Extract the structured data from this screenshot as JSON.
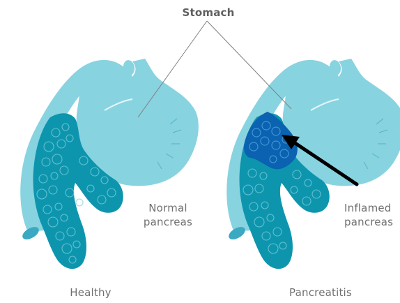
{
  "title": "Stomach",
  "left_panel": {
    "label": "Normal pancreas",
    "label_lines": [
      "Normal",
      "pancreas"
    ],
    "caption": "Healthy"
  },
  "right_panel": {
    "label": "Inflamed pancreas",
    "label_lines": [
      "Inflamed",
      "pancreas"
    ],
    "caption": "Pancreatitis"
  },
  "colors": {
    "stomach": "#88d3e0",
    "stomach_outline": "#5cb8cc",
    "pancreas": "#0e95ae",
    "pancreas_texture": "#7fcfdc",
    "inflamed": "#0a62b0",
    "inflamed_texture": "#4aa0dc",
    "label_text": "#6f6f6f",
    "pointer_line": "#808080",
    "arrow": "#000000"
  }
}
